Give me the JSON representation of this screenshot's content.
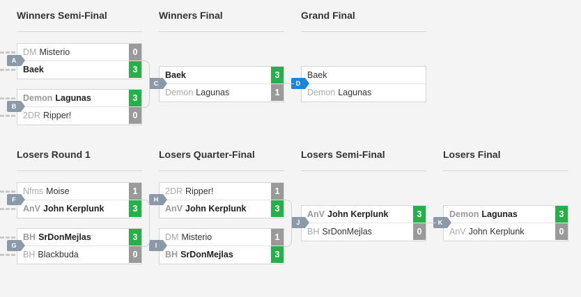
{
  "rounds": [
    {
      "title": "Winners Semi-Final"
    },
    {
      "title": "Winners Final"
    },
    {
      "title": "Grand Final"
    },
    {
      "title": "Losers Round 1"
    },
    {
      "title": "Losers Quarter-Final"
    },
    {
      "title": "Losers Semi-Final"
    },
    {
      "title": "Losers Final"
    }
  ],
  "matches": [
    {
      "label": "A",
      "status": "complete",
      "top": {
        "tag": "DM",
        "name": "Misterio",
        "score": "0",
        "winner": false
      },
      "bottom": {
        "tag": "",
        "name": "Baek",
        "score": "3",
        "winner": true
      }
    },
    {
      "label": "B",
      "status": "complete",
      "top": {
        "tag": "Demon",
        "name": "Lagunas",
        "score": "3",
        "winner": true
      },
      "bottom": {
        "tag": "2DR",
        "name": "Ripper!",
        "score": "0",
        "winner": false
      }
    },
    {
      "label": "C",
      "status": "complete",
      "top": {
        "tag": "",
        "name": "Baek",
        "score": "3",
        "winner": true
      },
      "bottom": {
        "tag": "Demon",
        "name": "Lagunas",
        "score": "1",
        "winner": false
      }
    },
    {
      "label": "D",
      "status": "active",
      "top": {
        "tag": "",
        "name": "Baek",
        "score": "",
        "winner": false
      },
      "bottom": {
        "tag": "Demon",
        "name": "Lagunas",
        "score": "",
        "winner": false
      }
    },
    {
      "label": "F",
      "status": "complete",
      "top": {
        "tag": "Nfms",
        "name": "Moise",
        "score": "1",
        "winner": false
      },
      "bottom": {
        "tag": "AnV",
        "name": "John Kerplunk",
        "score": "3",
        "winner": true
      }
    },
    {
      "label": "G",
      "status": "complete",
      "top": {
        "tag": "BH",
        "name": "SrDonMejlas",
        "score": "3",
        "winner": true
      },
      "bottom": {
        "tag": "BH",
        "name": "Blackbuda",
        "score": "0",
        "winner": false
      }
    },
    {
      "label": "H",
      "status": "complete",
      "top": {
        "tag": "2DR",
        "name": "Ripper!",
        "score": "1",
        "winner": false
      },
      "bottom": {
        "tag": "AnV",
        "name": "John Kerplunk",
        "score": "3",
        "winner": true
      }
    },
    {
      "label": "I",
      "status": "complete",
      "top": {
        "tag": "DM",
        "name": "Misterio",
        "score": "1",
        "winner": false
      },
      "bottom": {
        "tag": "BH",
        "name": "SrDonMejlas",
        "score": "3",
        "winner": true
      }
    },
    {
      "label": "J",
      "status": "complete",
      "top": {
        "tag": "AnV",
        "name": "John Kerplunk",
        "score": "3",
        "winner": true
      },
      "bottom": {
        "tag": "BH",
        "name": "SrDonMejlas",
        "score": "0",
        "winner": false
      }
    },
    {
      "label": "K",
      "status": "complete",
      "top": {
        "tag": "Demon",
        "name": "Lagunas",
        "score": "3",
        "winner": true
      },
      "bottom": {
        "tag": "AnV",
        "name": "John Kerplunk",
        "score": "0",
        "winner": false
      }
    }
  ],
  "colors": {
    "winner_score": "#27b04a",
    "loser_score": "#9a9a9a",
    "label": "#8c99a8",
    "active_label": "#1a86d9"
  }
}
